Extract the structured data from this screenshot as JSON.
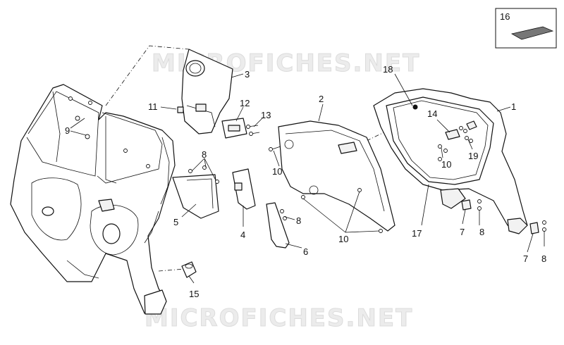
{
  "watermarks": {
    "top": "MICROFICHES.NET",
    "bottom": "MICROFICHES.NET"
  },
  "labels": {
    "l1": "1",
    "l2": "2",
    "l3": "3",
    "l4": "4",
    "l5": "5",
    "l6": "6",
    "l7a": "7",
    "l7b": "7",
    "l8a": "8",
    "l8b": "8",
    "l8c": "8",
    "l8d": "8",
    "l9": "9",
    "l10a": "10",
    "l10b": "10",
    "l10c": "10",
    "l11": "11",
    "l12": "12",
    "l13": "13",
    "l14": "14",
    "l15": "15",
    "l16": "16",
    "l17": "17",
    "l18": "18",
    "l19": "19"
  }
}
